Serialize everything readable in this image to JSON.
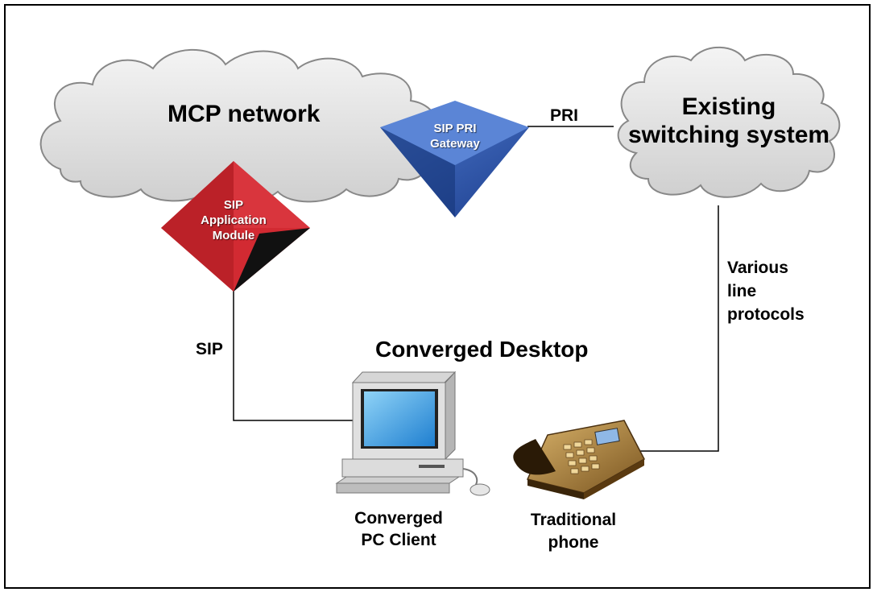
{
  "clouds": {
    "mcp_label": "MCP network",
    "existing_label_line1": "Existing",
    "existing_label_line2": "switching system"
  },
  "nodes": {
    "sip_app_module": {
      "line1": "SIP",
      "line2": "Application",
      "line3": "Module",
      "color": "#c8232c"
    },
    "sip_pri_gateway": {
      "line1": "SIP PRI",
      "line2": "Gateway",
      "color": "#2a4fa0"
    }
  },
  "links": {
    "pri": "PRI",
    "sip": "SIP",
    "various_line1": "Various",
    "various_line2": "line",
    "various_line3": "protocols"
  },
  "desktop": {
    "title": "Converged Desktop",
    "pc_line1": "Converged",
    "pc_line2": "PC Client",
    "phone_line1": "Traditional",
    "phone_line2": "phone"
  }
}
